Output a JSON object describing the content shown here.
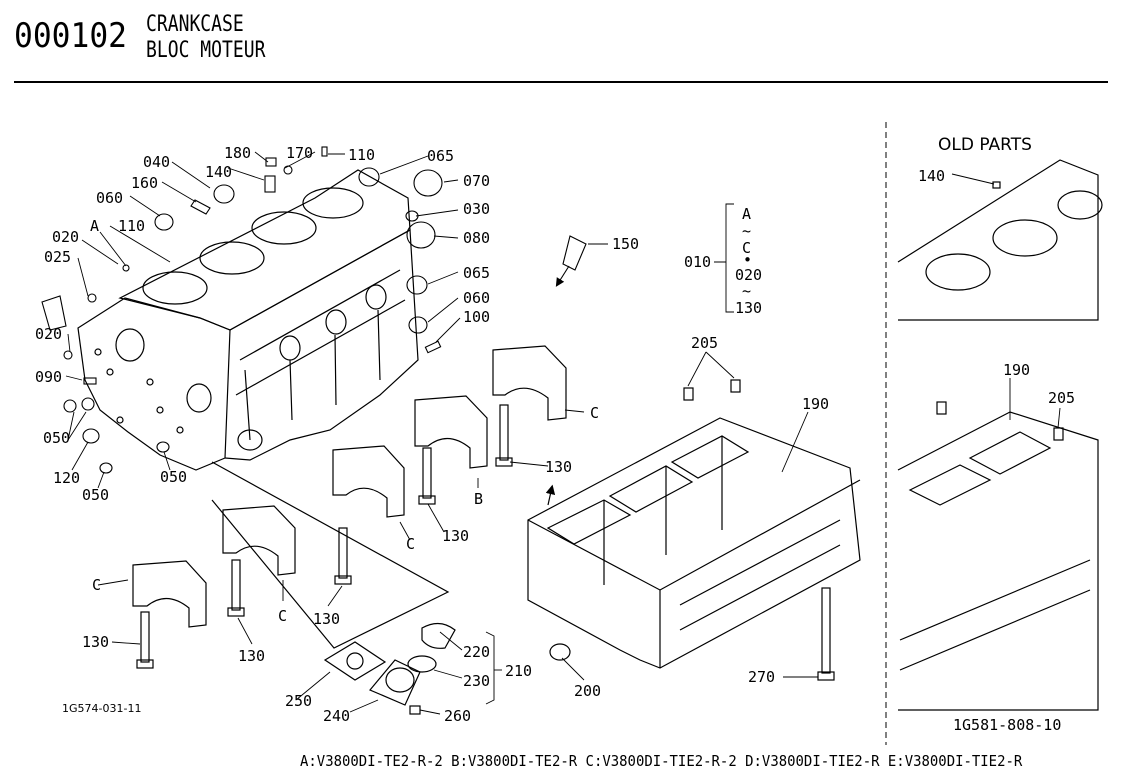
{
  "header": {
    "code": "000102",
    "title_en": "CRANKCASE",
    "title_fr": "BLOC MOTEUR"
  },
  "diagram": {
    "ref_left": "1G574-031-11",
    "ref_right": "1G581-808-10",
    "old_parts_title": "OLD PARTS",
    "variant_range": [
      "A",
      "~",
      "C",
      "•",
      "020",
      "~",
      "130"
    ],
    "part_labels": {
      "p010": "010",
      "p020a": "020",
      "p020b": "020",
      "p025": "025",
      "p030": "030",
      "p040": "040",
      "p050a": "050",
      "p050b": "050",
      "p050c": "050",
      "p060a": "060",
      "p060b": "060",
      "p065a": "065",
      "p065b": "065",
      "p070": "070",
      "p080": "080",
      "p090": "090",
      "p100": "100",
      "p110a": "110",
      "p110b": "110",
      "p120": "120",
      "p130a": "130",
      "p130b": "130",
      "p130c": "130",
      "p130d": "130",
      "p130e": "130",
      "p140": "140",
      "p150": "150",
      "p160": "160",
      "p170": "170",
      "p180": "180",
      "p190": "190",
      "p200": "200",
      "p205": "205",
      "p210": "210",
      "p220": "220",
      "p230": "230",
      "p240": "240",
      "p250": "250",
      "p260": "260",
      "p270": "270",
      "old140": "140",
      "old190": "190",
      "old205": "205",
      "mA": "A",
      "mB": "B",
      "mC1": "C",
      "mC2": "C",
      "mC3": "C",
      "mC4": "C"
    }
  },
  "footer": {
    "applicability": "A:V3800DI-TE2-R-2 B:V3800DI-TE2-R C:V3800DI-TIE2-R-2 D:V3800DI-TIE2-R E:V3800DI-TIE2-R"
  }
}
